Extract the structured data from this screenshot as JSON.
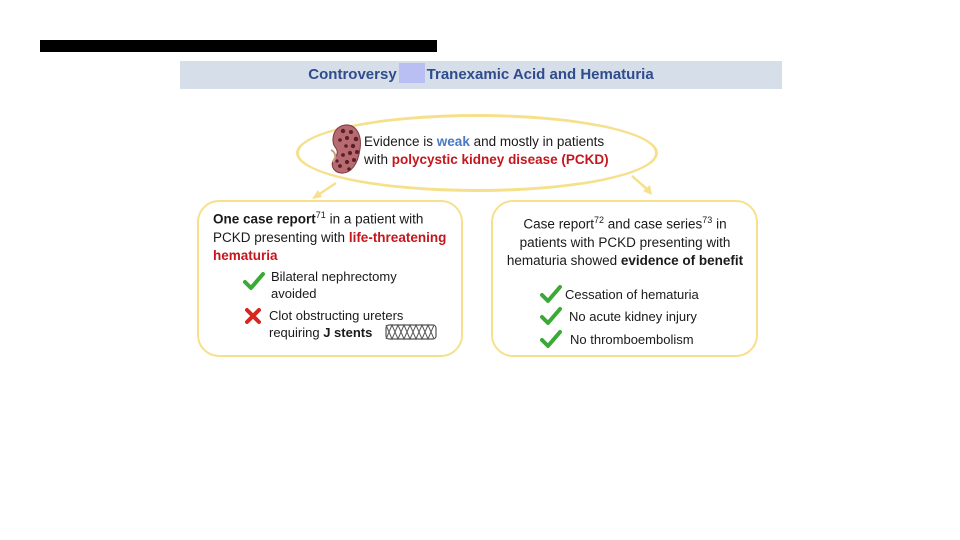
{
  "banner": {
    "title_left": "Controversy",
    "title_right": "Tranexamic Acid and Hematuria"
  },
  "evidence": {
    "line1_prefix": "Evidence is ",
    "line1_weak": "weak",
    "line1_suffix": " and mostly in patients",
    "line2_prefix": "with ",
    "line2_red": "polycystic kidney disease (PCKD)"
  },
  "left_box": {
    "bold1": "One case report",
    "sup1": "71",
    "text1": " in a patient with PCKD presenting with ",
    "red1": "life-threatening hematuria",
    "item1": "Bilateral nephrectomy avoided",
    "item2_text": "Clot obstructing ureters requiring ",
    "item2_bold": "J stents"
  },
  "right_box": {
    "text1": "Case report",
    "sup1": "72",
    "text2": " and case series",
    "sup2": "73",
    "text3": " in patients with PCKD presenting with hematuria showed ",
    "bold1": "evidence of benefit",
    "items": [
      "Cessation of hematuria",
      "No acute kidney injury",
      "No thromboembolism"
    ]
  },
  "colors": {
    "accent_blue": "#4a78c2",
    "accent_red": "#c4161c",
    "check_green": "#3aa935",
    "border_yellow": "#f6e08c"
  }
}
